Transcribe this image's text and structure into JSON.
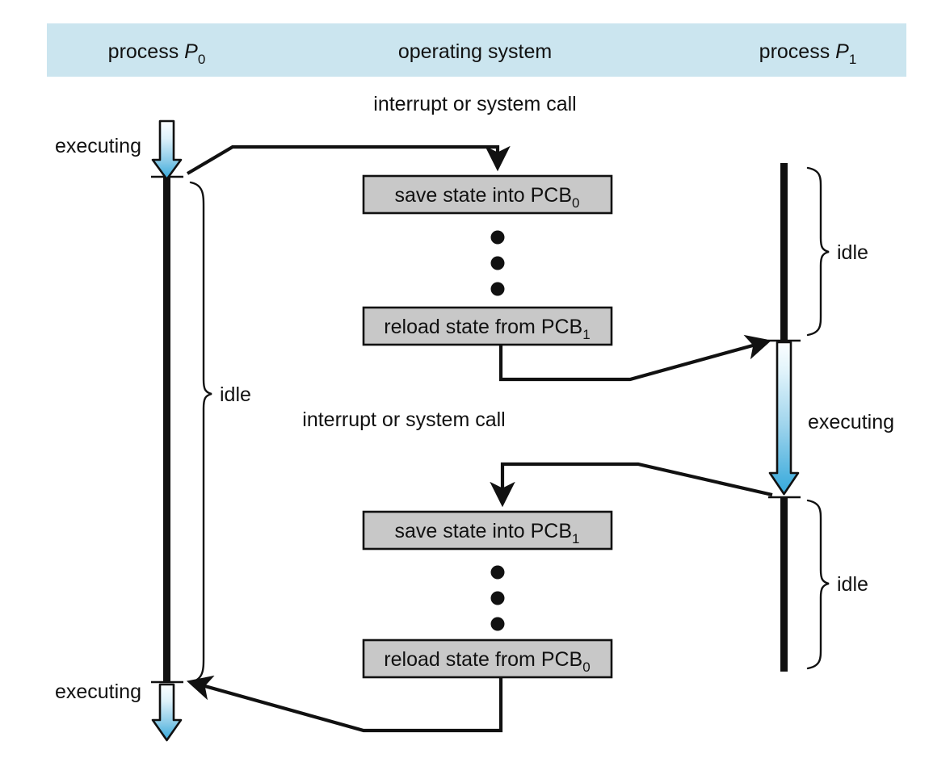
{
  "diagram": {
    "title": "CPU switch from process to process (context switch)",
    "colors": {
      "header_band": "#cbe5ef",
      "box_fill": "#c8c8c8",
      "stroke": "#111111",
      "arrow_blue_top": "#f2fafd",
      "arrow_blue_bottom": "#3aabdc"
    },
    "header": {
      "columns": [
        {
          "name": "process-p0",
          "text": "process ",
          "italic": "P",
          "subscript": "0"
        },
        {
          "name": "operating-system",
          "text": "operating system",
          "italic": "",
          "subscript": ""
        },
        {
          "name": "process-p1",
          "text": "process ",
          "italic": "P",
          "subscript": "1"
        }
      ]
    },
    "labels": {
      "executing_top_left": "executing",
      "executing_bottom_left": "executing",
      "executing_right": "executing",
      "idle_left": "idle",
      "idle_right_upper": "idle",
      "idle_right_lower": "idle",
      "interrupt_upper": "interrupt or system call",
      "interrupt_lower": "interrupt or system call"
    },
    "boxes": [
      {
        "name": "save-state-pcb0",
        "prefix": "save state into PCB",
        "subscript": "0"
      },
      {
        "name": "reload-state-pcb1",
        "prefix": "reload state from PCB",
        "subscript": "1"
      },
      {
        "name": "save-state-pcb1",
        "prefix": "save state into PCB",
        "subscript": "1"
      },
      {
        "name": "reload-state-pcb0",
        "prefix": "reload state from PCB",
        "subscript": "0"
      }
    ],
    "vertical_dots_groups": 2,
    "dots_per_group": 3
  }
}
